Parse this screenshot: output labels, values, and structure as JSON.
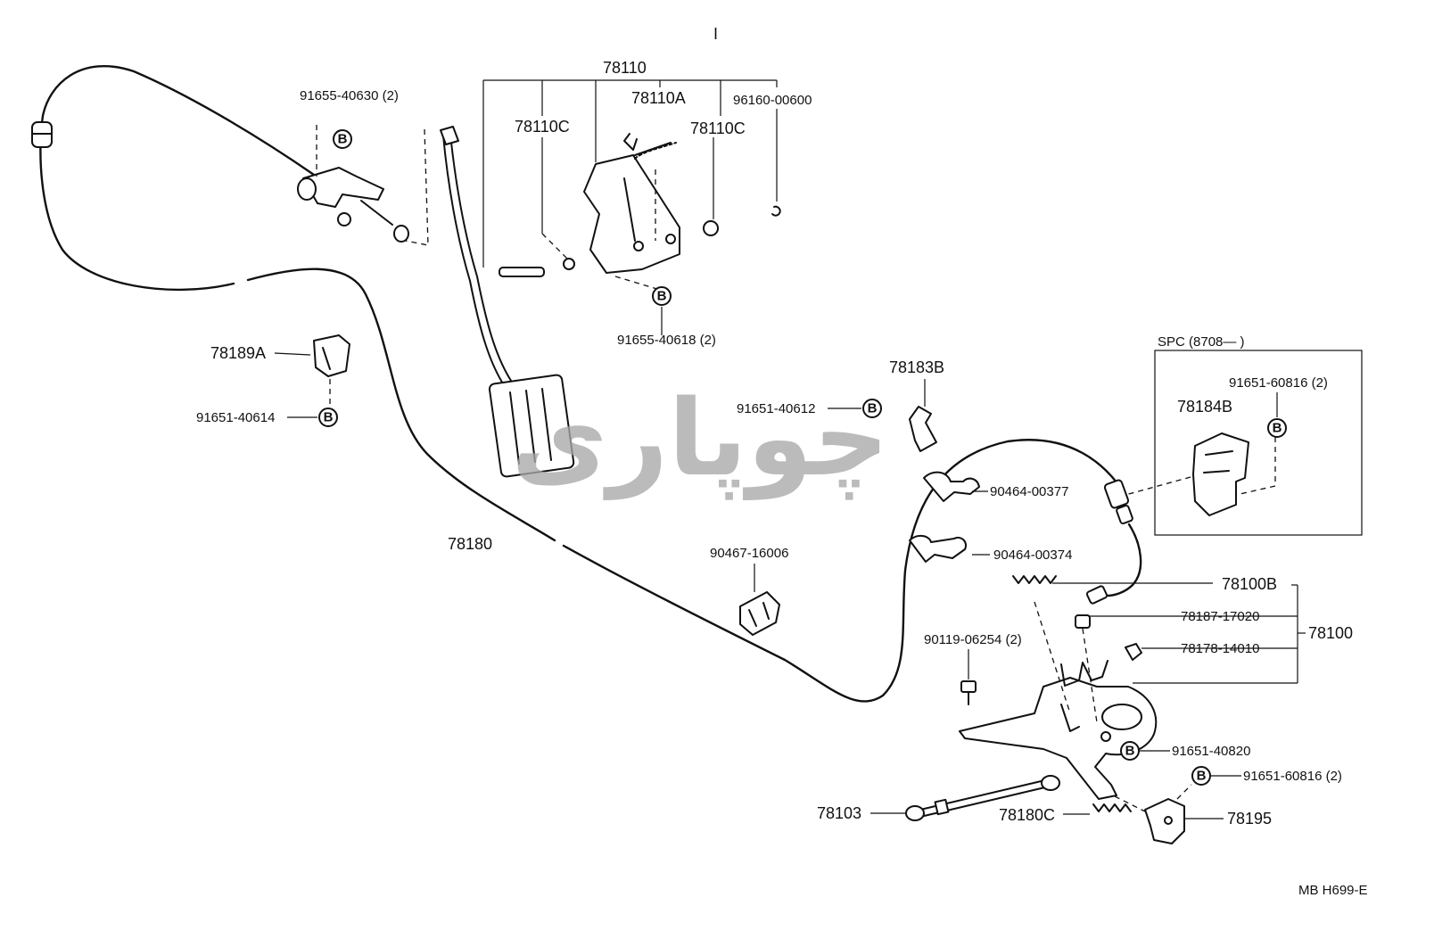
{
  "marker": "I",
  "callout_letter": "B",
  "labels": {
    "p78110": "78110",
    "p78110A": "78110A",
    "p78110C_left": "78110C",
    "p78110C_right": "78110C",
    "p96160": "96160-00600",
    "p91655_40630": "91655-40630 (2)",
    "p91655_40618": "91655-40618 (2)",
    "p78189A": "78189A",
    "p91651_40614": "91651-40614",
    "p78180": "78180",
    "p78183B": "78183B",
    "p91651_40612": "91651-40612",
    "p90464_00377": "90464-00377",
    "p90464_00374": "90464-00374",
    "p90467_16006": "90467-16006",
    "spc_title": "SPC (8708—      )",
    "p91651_60816_box": "91651-60816 (2)",
    "p78184B": "78184B",
    "p78100B": "78100B",
    "p78187": "78187-17020",
    "p78178": "78178-14010",
    "p78100": "78100",
    "p90119": "90119-06254 (2)",
    "p91651_40820": "91651-40820",
    "p91651_60816": "91651-60816 (2)",
    "p78103": "78103",
    "p78180C": "78180C",
    "p78195": "78195"
  },
  "watermark_text": "چوپاری",
  "footer_code": "MB  H699-E"
}
